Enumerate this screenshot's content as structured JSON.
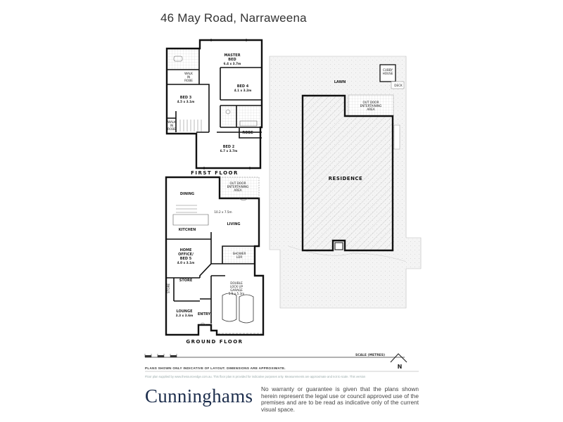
{
  "header": {
    "title": "46 May Road, Narraweena"
  },
  "first_floor": {
    "label": "FIRST FLOOR",
    "rooms": {
      "master_bed": [
        "MASTER",
        "BED",
        "6.4 x 3.7m"
      ],
      "walk_in_robe_1": [
        "WALK",
        "IN",
        "ROBE"
      ],
      "bed4": [
        "BED 4",
        "4.1 x 3.2m"
      ],
      "bed3": [
        "BED 3",
        "4.5 x 3.1m"
      ],
      "walk_in_robe_2": [
        "WALK",
        "IN",
        "ROBE"
      ],
      "robe": "ROBE",
      "bed2": [
        "BED 2",
        "6.7 x 3.7m"
      ]
    }
  },
  "ground_floor": {
    "label": "GROUND FLOOR",
    "rooms": {
      "dining": "DINING",
      "outdoor_top": [
        "OUT DOOR",
        "ENTERTAINING",
        "AREA"
      ],
      "living_dims": "10.2 x 7.5m",
      "living": "LIVING",
      "kitchen": "KITCHEN",
      "home_office": [
        "HOME",
        "OFFICE/",
        "BED 5",
        "4.0 x 3.1m"
      ],
      "shower": [
        "SHOWER",
        "LDR"
      ],
      "store": "STORE",
      "store_side": "STORE",
      "garage": [
        "DOUBLE",
        "LOCK UP",
        "GARAGE",
        "5.5 x 5.3m"
      ],
      "lounge": [
        "LOUNGE",
        "3.3 x 3.6m"
      ],
      "entry": "ENTRY"
    }
  },
  "site_plan": {
    "lawn": "LAWN",
    "cubby": [
      "CUBBY",
      "HOUSE"
    ],
    "deck": "DECK",
    "outdoor": [
      "OUT DOOR",
      "ENTERTAINING",
      "AREA"
    ],
    "residence": "RESIDENCE"
  },
  "scale": {
    "label": "SCALE (METRES)"
  },
  "footer": {
    "note": "PLANS SHOWN ONLY INDICATIVE OF LAYOUT. DIMENSIONS ARE APPROXIMATE.",
    "fine_print": "Floor plan supplied by www.thesourceedge.com.au. This floor plan is provided for indicative purposes only. Measurements are approximate and not to scale. This version",
    "brand": "Cunninghams",
    "disclaimer": "No warranty or guarantee is given that the plans shown herein represent the legal use or council approved use of the premises and are to be read as indicative only of the current visual space."
  },
  "compass": {
    "label": "N"
  }
}
